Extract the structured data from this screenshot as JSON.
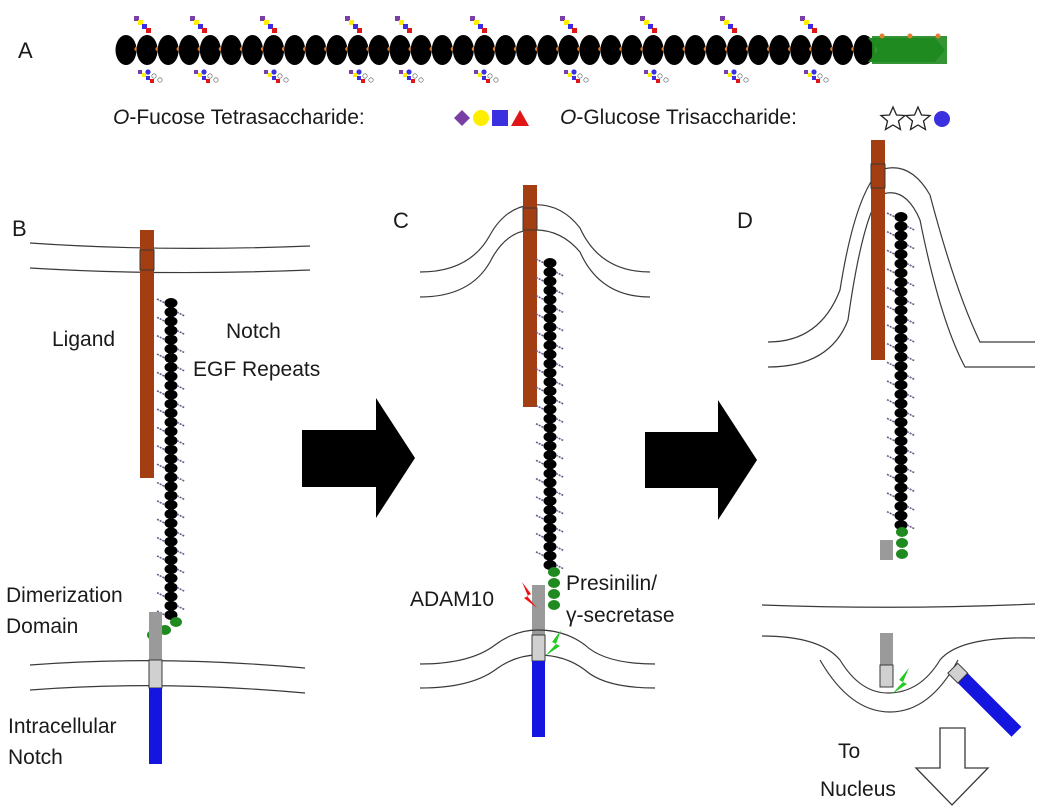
{
  "panels": {
    "a": "A",
    "b": "B",
    "c": "C",
    "d": "D"
  },
  "legend": {
    "fucose_prefix": "O",
    "fucose_text": "-Fucose Tetrasaccharide:",
    "glucose_prefix": "O",
    "glucose_text": "-Glucose Trisaccharide:"
  },
  "labels": {
    "ligand": "Ligand",
    "notch": "Notch",
    "egf_repeats": "EGF Repeats",
    "dimerization": "Dimerization",
    "domain": "Domain",
    "intracellular": "Intracellular",
    "notch2": "Notch",
    "adam10": "ADAM10",
    "presinilin": "Presinilin/",
    "gamma_secretase": "γ-secretase",
    "to": "To",
    "nucleus": "Nucleus"
  },
  "colors": {
    "egf_repeat": "#000000",
    "nrr_domain": "#1f8a1f",
    "ligand": "#a33e12",
    "intracellular": "#1515e0",
    "dimerization": "#9a9a9a",
    "fucose_diamond": "#7a3fa3",
    "fucose_circle": "#ffee00",
    "fucose_square": "#3b30e0",
    "fucose_triangle": "#e01515",
    "glucose_circle": "#3b30e0",
    "adam10_bolt": "#ee1111",
    "secretase_bolt": "#22cc22",
    "arrow": "#000000"
  }
}
